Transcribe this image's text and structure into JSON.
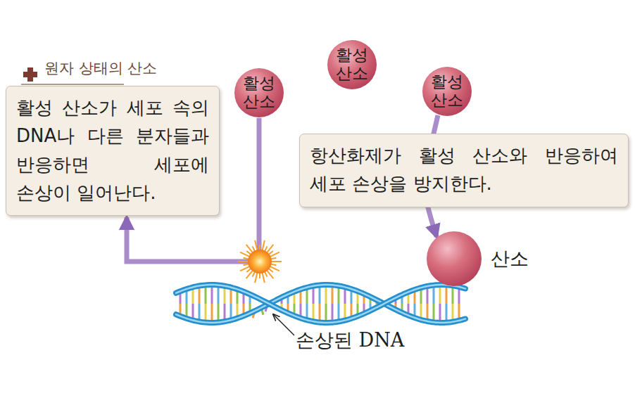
{
  "diagram": {
    "nodes": [
      {
        "text": [
          "원자 상태의 산소",
          "활성 산소가 세포 속의 DNA나 다른 분자들과 반응하면 세포에 손상이 일어난다."
        ]
      },
      {
        "text": [
          "활성 산소"
        ]
      },
      {
        "text": [
          "활성 산소"
        ]
      },
      {
        "text": [
          "활성 산소"
        ]
      },
      {
        "text": [
          "항산화제가 활성 산소와 반응하여 세포 손상을 방지한다."
        ]
      },
      {
        "text": [
          "산소"
        ]
      }
    ],
    "edges": [
      {
        "from": 1,
        "to": 0,
        "arrow": "to"
      },
      {
        "from": 3,
        "to": 5,
        "arrow": "to"
      }
    ],
    "labels": [
      "손상된 DNA"
    ]
  }
}
